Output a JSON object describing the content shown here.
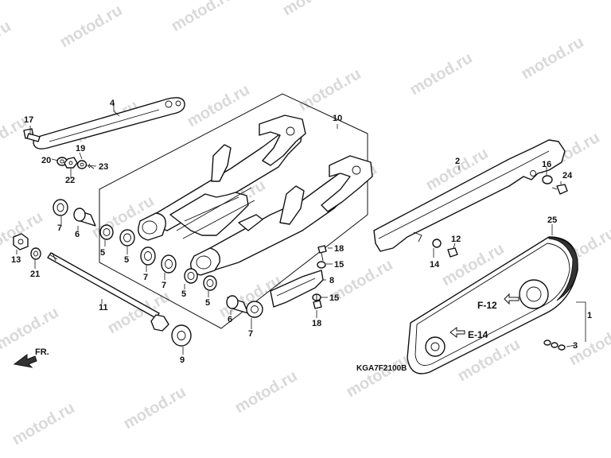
{
  "watermark_text": "motod.ru",
  "diagram_code": "KGA7F2100B",
  "direction_label": "FR.",
  "reference_labels": [
    "F-12",
    "E-14"
  ],
  "part_labels": [
    {
      "id": "p1",
      "text": "1"
    },
    {
      "id": "p2",
      "text": "2"
    },
    {
      "id": "p3",
      "text": "3"
    },
    {
      "id": "p4",
      "text": "4"
    },
    {
      "id": "p5a",
      "text": "5"
    },
    {
      "id": "p5b",
      "text": "5"
    },
    {
      "id": "p5c",
      "text": "5"
    },
    {
      "id": "p5d",
      "text": "5"
    },
    {
      "id": "p6a",
      "text": "6"
    },
    {
      "id": "p6b",
      "text": "6"
    },
    {
      "id": "p7a",
      "text": "7"
    },
    {
      "id": "p7b",
      "text": "7"
    },
    {
      "id": "p7c",
      "text": "7"
    },
    {
      "id": "p7d",
      "text": "7"
    },
    {
      "id": "p8",
      "text": "8"
    },
    {
      "id": "p9",
      "text": "9"
    },
    {
      "id": "p10",
      "text": "10"
    },
    {
      "id": "p11",
      "text": "11"
    },
    {
      "id": "p12",
      "text": "12"
    },
    {
      "id": "p13",
      "text": "13"
    },
    {
      "id": "p14",
      "text": "14"
    },
    {
      "id": "p15a",
      "text": "15"
    },
    {
      "id": "p15b",
      "text": "15"
    },
    {
      "id": "p16",
      "text": "16"
    },
    {
      "id": "p17",
      "text": "17"
    },
    {
      "id": "p18a",
      "text": "18"
    },
    {
      "id": "p18b",
      "text": "18"
    },
    {
      "id": "p19",
      "text": "19"
    },
    {
      "id": "p20",
      "text": "20"
    },
    {
      "id": "p21",
      "text": "21"
    },
    {
      "id": "p22",
      "text": "22"
    },
    {
      "id": "p23",
      "text": "23"
    },
    {
      "id": "p24",
      "text": "24"
    },
    {
      "id": "p25",
      "text": "25"
    }
  ]
}
